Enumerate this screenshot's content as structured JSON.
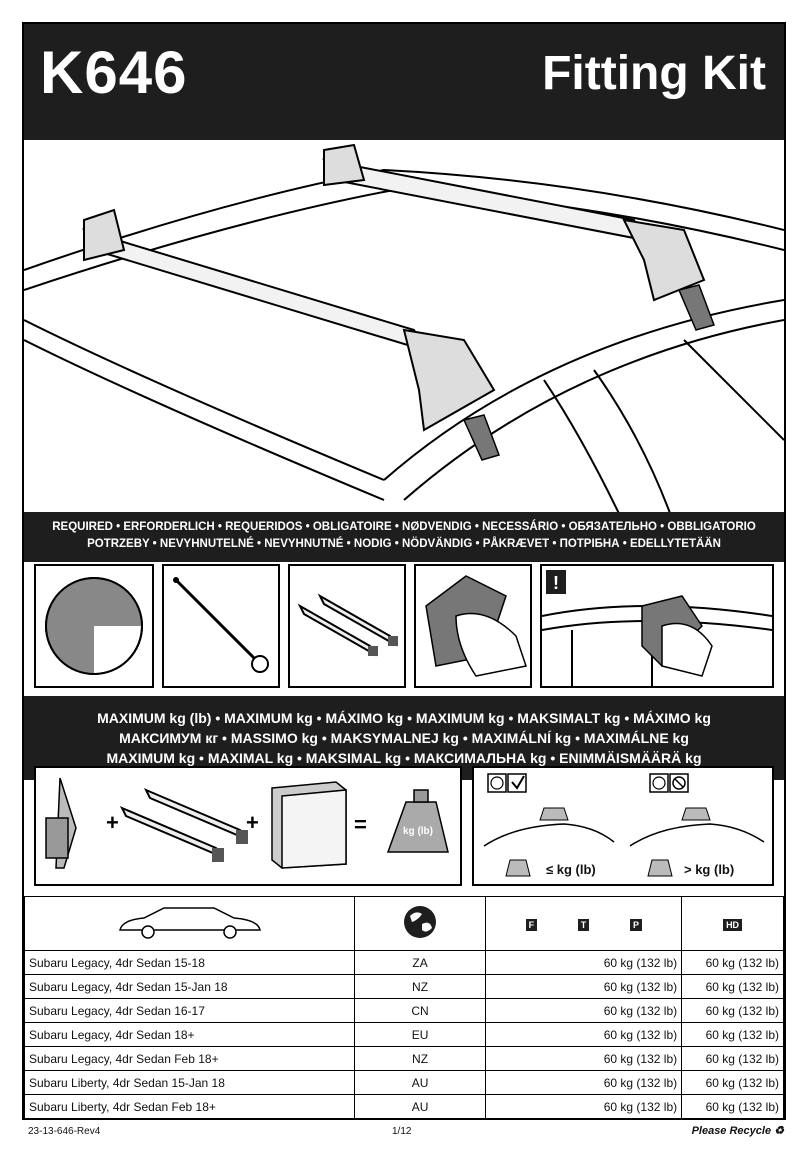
{
  "header": {
    "model": "K646",
    "title": "Fitting Kit"
  },
  "required_band": {
    "line1": "REQUIRED • ERFORDERLICH • REQUERIDOS • OBLIGATOIRE • NØDVENDIG • NECESSÁRIO • ОБЯЗАТЕЛЬНО • OBBLIGATORIO",
    "line2": "POTRZEBY • NEVYHNUTELNÉ • NEVYHNUTNÉ • NODIG • NÖDVÄNDIG • PÅKRÆVET • ПОТРІБНА • EDELLYTETÄÄN"
  },
  "max_band": {
    "line1": "MAXIMUM kg (lb) • MAXIMUM kg • MÁXIMO kg • MAXIMUM kg • MAKSIMALT kg • MÁXIMO kg",
    "line2": "МАКСИМУМ кг • MASSIMO kg • MAKSYMALNEJ kg • MAXIMÁLNÍ kg • MAXIMÁLNE kg",
    "line3": "MAXIMUM kg • MAXIMAL kg • MAKSIMAL kg • МАКСИМАЛЬНА kg • ENIMMÄISMÄÄRÄ kg"
  },
  "calc": {
    "weight_label": "kg (lb)"
  },
  "ride": {
    "le_label": "≤ kg (lb)",
    "gt_label": "> kg (lb)"
  },
  "table": {
    "tags": [
      "F",
      "T",
      "P",
      "HD"
    ],
    "rows": [
      {
        "vehicle": "Subaru Legacy, 4dr Sedan 15-18",
        "market": "ZA",
        "load": "60 kg (132 lb)",
        "load_hd": "60 kg (132 lb)"
      },
      {
        "vehicle": "Subaru Legacy, 4dr Sedan 15-Jan 18",
        "market": "NZ",
        "load": "60 kg (132 lb)",
        "load_hd": "60 kg (132 lb)"
      },
      {
        "vehicle": "Subaru Legacy, 4dr Sedan 16-17",
        "market": "CN",
        "load": "60 kg (132 lb)",
        "load_hd": "60 kg (132 lb)"
      },
      {
        "vehicle": "Subaru Legacy, 4dr Sedan 18+",
        "market": "EU",
        "load": "60 kg (132 lb)",
        "load_hd": "60 kg (132 lb)"
      },
      {
        "vehicle": "Subaru Legacy, 4dr Sedan Feb 18+",
        "market": "NZ",
        "load": "60 kg (132 lb)",
        "load_hd": "60 kg (132 lb)"
      },
      {
        "vehicle": "Subaru Liberty, 4dr Sedan 15-Jan 18",
        "market": "AU",
        "load": "60 kg (132 lb)",
        "load_hd": "60 kg (132 lb)"
      },
      {
        "vehicle": "Subaru Liberty, 4dr Sedan Feb 18+",
        "market": "AU",
        "load": "60 kg (132 lb)",
        "load_hd": "60 kg (132 lb)"
      }
    ]
  },
  "footer": {
    "ref": "23-13-646-Rev4",
    "page": "1/12",
    "recycle": "Please Recycle ♻"
  },
  "icons": [
    "clock-icon",
    "torque-tool-icon",
    "roof-bars-icon",
    "cloth-wipe-icon",
    "warning-icon",
    "globe-icon",
    "car-icon"
  ]
}
